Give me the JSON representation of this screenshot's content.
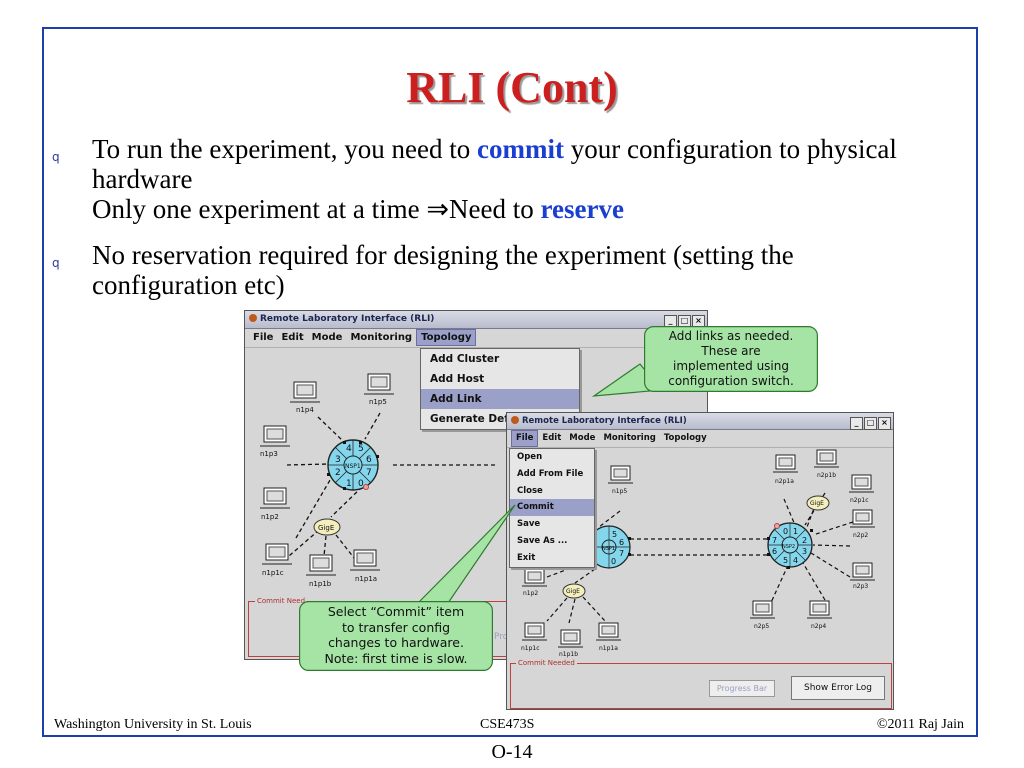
{
  "slide": {
    "title": "RLI (Cont)",
    "bullets": [
      {
        "pre": "To run the experiment, you need to ",
        "kw1": "commit",
        "post1": " your configuration to physical hardware",
        "line2_pre": "Only one experiment at a time ",
        "arrow": "⇒",
        "line2_mid": "Need to ",
        "kw2": "reserve"
      },
      {
        "text": "No reservation required for designing the experiment (setting the configuration etc)"
      }
    ],
    "bullet_glyph": "q",
    "footer": {
      "left": "Washington University in St. Louis",
      "center": "CSE473S",
      "right": "©2011 Raj Jain"
    },
    "page": "O-14"
  },
  "window1": {
    "title": "Remote Laboratory Interface (RLI)",
    "menu": [
      "File",
      "Edit",
      "Mode",
      "Monitoring",
      "Topology"
    ],
    "open_menu": "Topology",
    "dropdown": [
      "Add Cluster",
      "Add Host",
      "Add Link",
      "Generate Defa"
    ],
    "dropdown_selected": "Add Link",
    "status_label": "Commit Need",
    "progress_partial": "Pro",
    "hosts": [
      "n1p4",
      "n1p5",
      "n1p3",
      "n1p2",
      "n1p1c",
      "n1p1b",
      "n1p1a"
    ],
    "switch_label": "NSP1",
    "ports": [
      "4",
      "5",
      "3",
      "6",
      "2",
      "7",
      "1",
      "0"
    ],
    "gige": "GigE"
  },
  "window2": {
    "title": "Remote Laboratory Interface (RLI)",
    "menu": [
      "File",
      "Edit",
      "Mode",
      "Monitoring",
      "Topology"
    ],
    "open_menu": "File",
    "dropdown": [
      "Open",
      "Add From File",
      "Close",
      "Commit",
      "Save",
      "Save As ...",
      "Exit"
    ],
    "dropdown_selected": "Commit",
    "status_label": "Commit Needed",
    "progress": "Progress Bar",
    "error_button": "Show Error Log",
    "hosts_left": [
      "n1p5",
      "n1p2",
      "n1p1c",
      "n1p1b",
      "n1p1a"
    ],
    "hosts_right": [
      "n2p1a",
      "n2p1b",
      "n2p1c",
      "n2p2",
      "n2p3",
      "n2p4",
      "n2p5"
    ],
    "switch_left": "NSP1",
    "switch_right": "NSP2",
    "ports_left": [
      "5",
      "6",
      "7",
      "0"
    ],
    "ports_right": [
      "0",
      "1",
      "7",
      "2",
      "6",
      "3",
      "5",
      "4"
    ],
    "gige": "GigE"
  },
  "callout_top": [
    "Add links as needed.",
    "These are",
    "implemented using",
    "configuration switch."
  ],
  "callout_bottom": [
    "Select “Commit” item",
    "to transfer config",
    "changes to hardware.",
    "Note: first time is slow."
  ],
  "colors": {
    "title": "#cc1f1f",
    "keyword": "#1a3fd0",
    "frame": "#1f3fa8",
    "callout": "#a6e4a6",
    "switch": "#84d6ec",
    "gige": "#f4eebd",
    "menu_select": "#9aa0c8"
  }
}
